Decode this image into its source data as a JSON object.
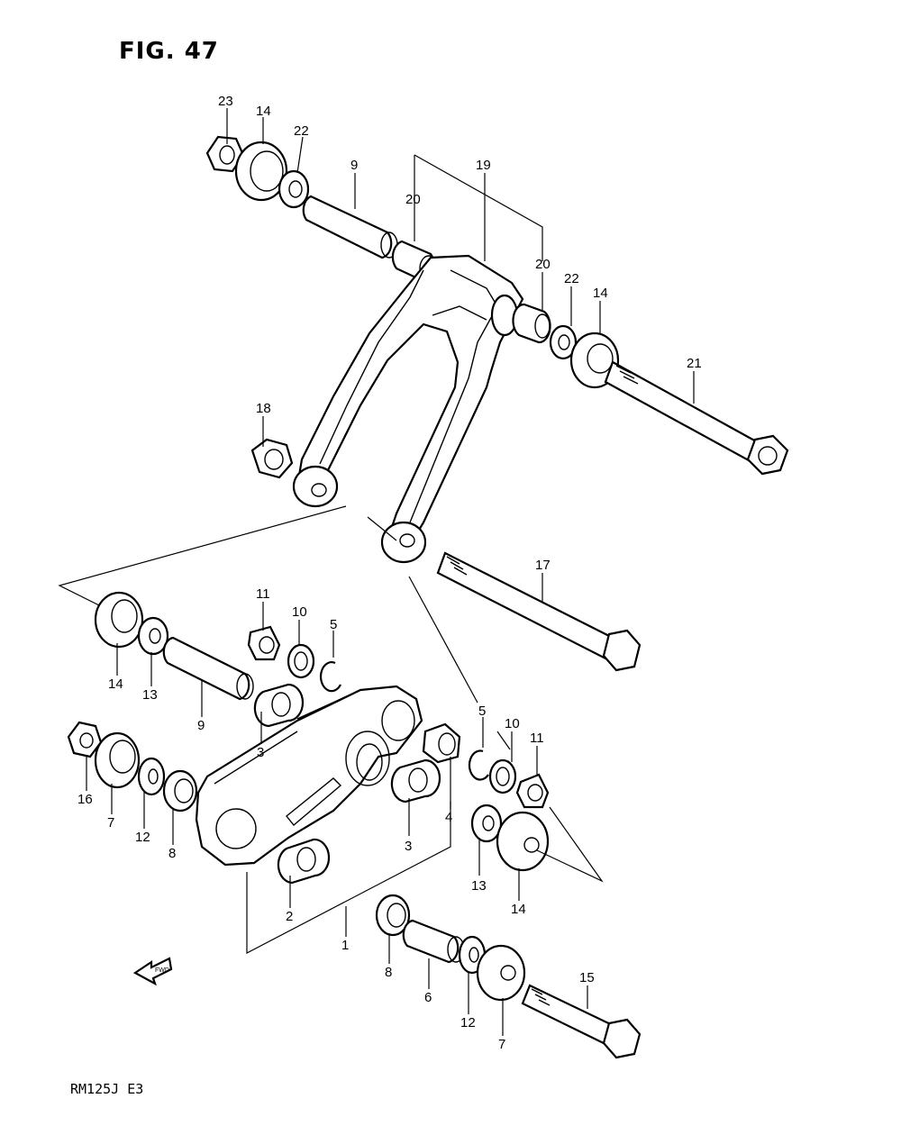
{
  "figure": {
    "title": "FIG. 47"
  },
  "footer": {
    "model_code": "RM125J E3"
  },
  "direction_marker": {
    "label": "FWD",
    "icon": "forward-arrow-icon"
  },
  "callouts": [
    "23",
    "14",
    "22",
    "9",
    "20",
    "19",
    "20",
    "22",
    "14",
    "21",
    "18",
    "17",
    "11",
    "10",
    "5",
    "14",
    "13",
    "9",
    "3",
    "16",
    "7",
    "12",
    "8",
    "5",
    "10",
    "11",
    "4",
    "3",
    "13",
    "14",
    "2",
    "1",
    "8",
    "6",
    "12",
    "7",
    "15"
  ]
}
